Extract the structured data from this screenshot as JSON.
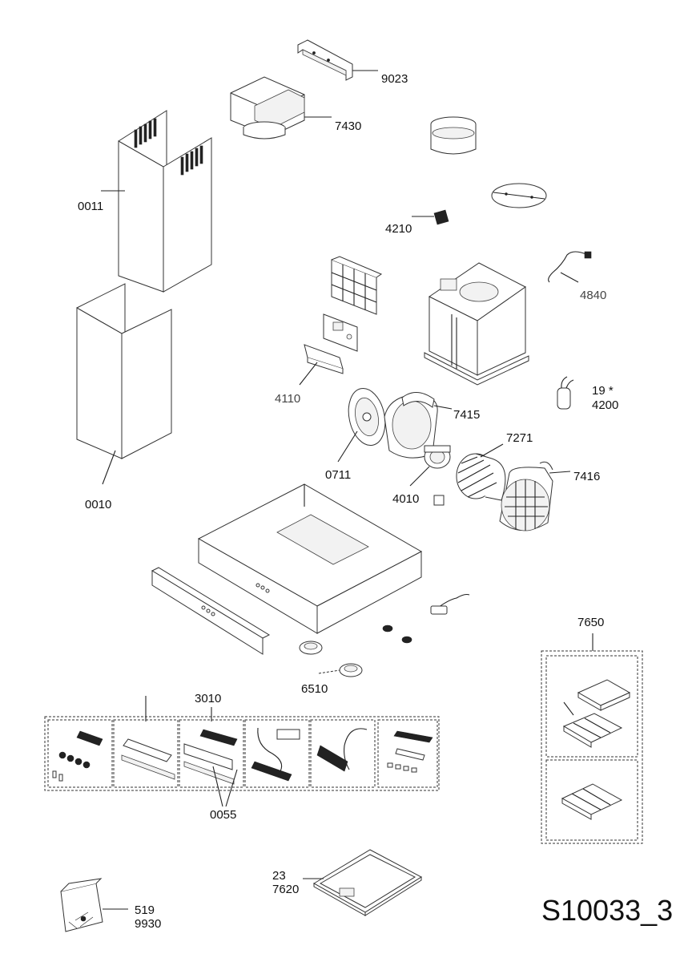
{
  "drawing_code": "S10033_3",
  "labels": {
    "p9023": "9023",
    "p7430": "7430",
    "p0011": "0011",
    "p4210": "4210",
    "p4840": "4840",
    "p4110": "4110",
    "p19": "19 *",
    "p4200": "4200",
    "p7415": "7415",
    "p7271": "7271",
    "p0711": "0711",
    "p7416": "7416",
    "p4010": "4010",
    "p0010": "0010",
    "p7650": "7650",
    "p6510": "6510",
    "p3010": "3010",
    "p0055": "0055",
    "p23": "23",
    "p7620": "7620",
    "p519": "519",
    "p9930": "9930"
  }
}
